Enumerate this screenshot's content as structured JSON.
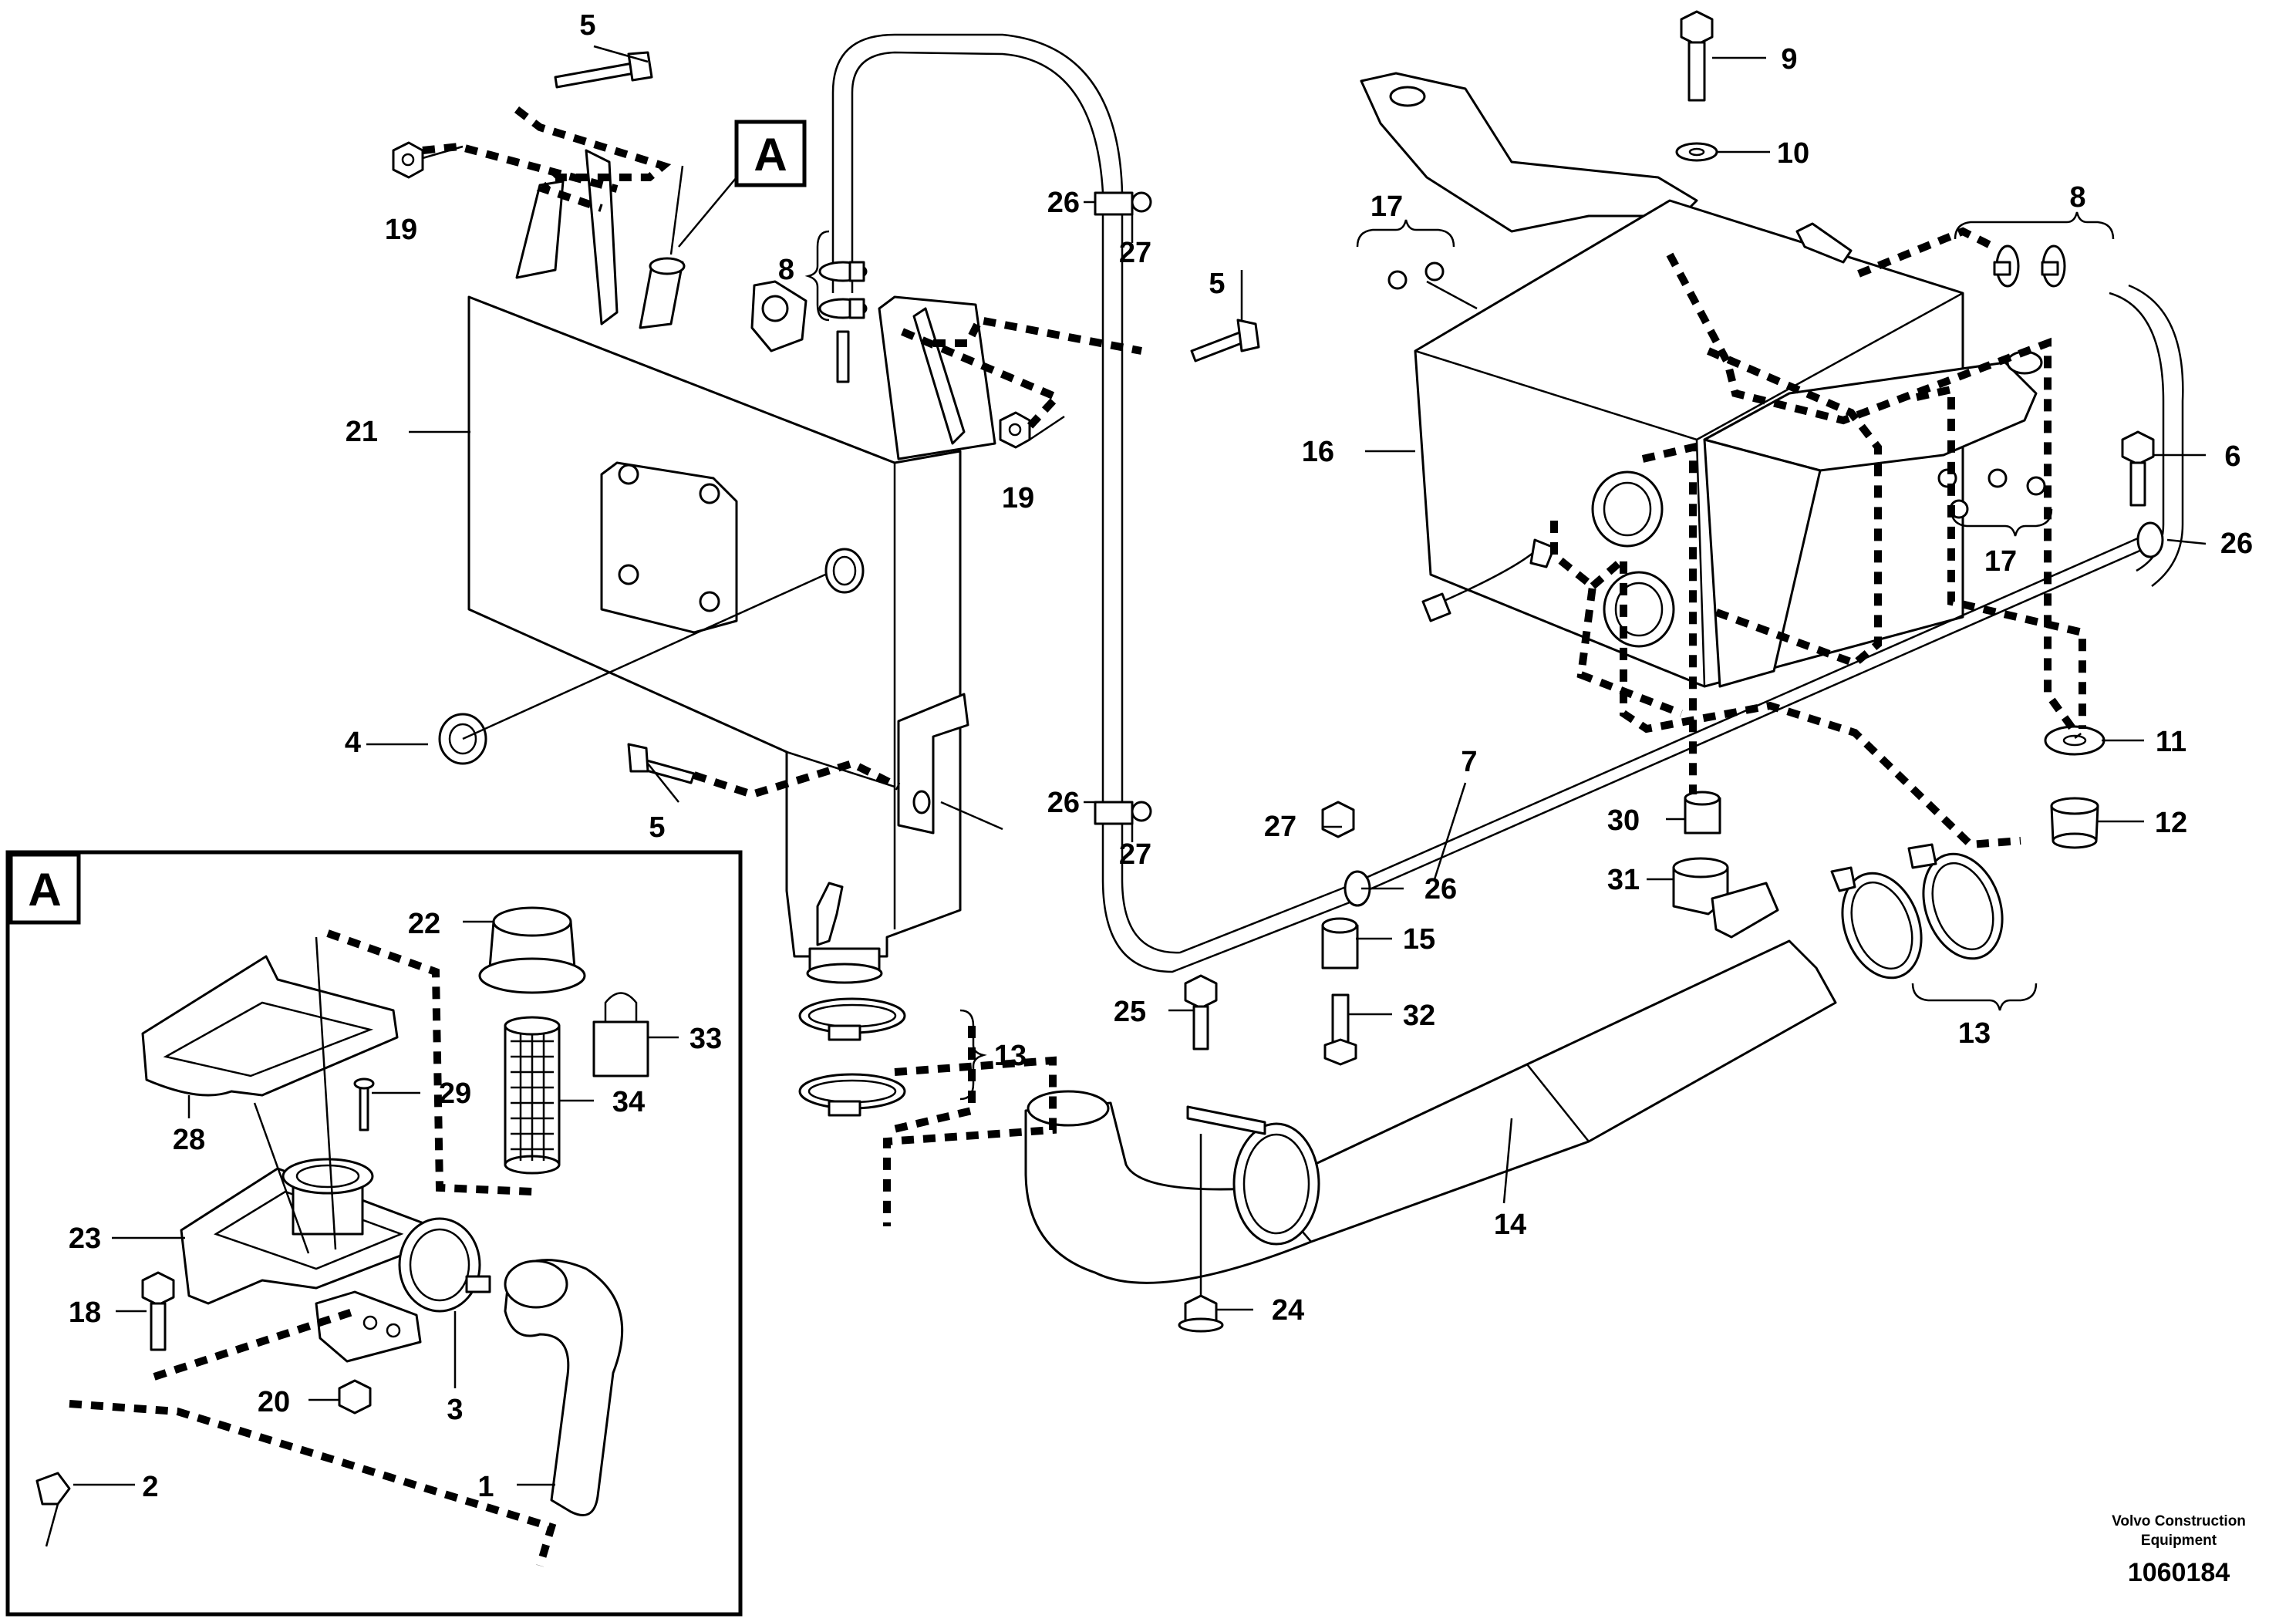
{
  "labels": {
    "p1": "1",
    "p2": "2",
    "p3": "3",
    "p4": "4",
    "p5a": "5",
    "p5b": "5",
    "p5c": "5",
    "p6": "6",
    "p7": "7",
    "p8a": "8",
    "p8b": "8",
    "p9": "9",
    "p10": "10",
    "p11": "11",
    "p12": "12",
    "p13a": "13",
    "p13b": "13",
    "p14": "14",
    "p15": "15",
    "p16": "16",
    "p17a": "17",
    "p17b": "17",
    "p18": "18",
    "p19a": "19",
    "p19b": "19",
    "p20": "20",
    "p21": "21",
    "p22": "22",
    "p23": "23",
    "p24": "24",
    "p25": "25",
    "p26a": "26",
    "p26b": "26",
    "p26c": "26",
    "p26d": "26",
    "p27a": "27",
    "p27b": "27",
    "p27c": "27",
    "p28": "28",
    "p29": "29",
    "p30": "30",
    "p31": "31",
    "p32": "32",
    "p33": "33",
    "p34": "34"
  },
  "callout": {
    "main": "A",
    "detail": "A"
  },
  "footer": {
    "company_line1": "Volvo Construction",
    "company_line2": "Equipment",
    "doc_number": "1060184"
  }
}
